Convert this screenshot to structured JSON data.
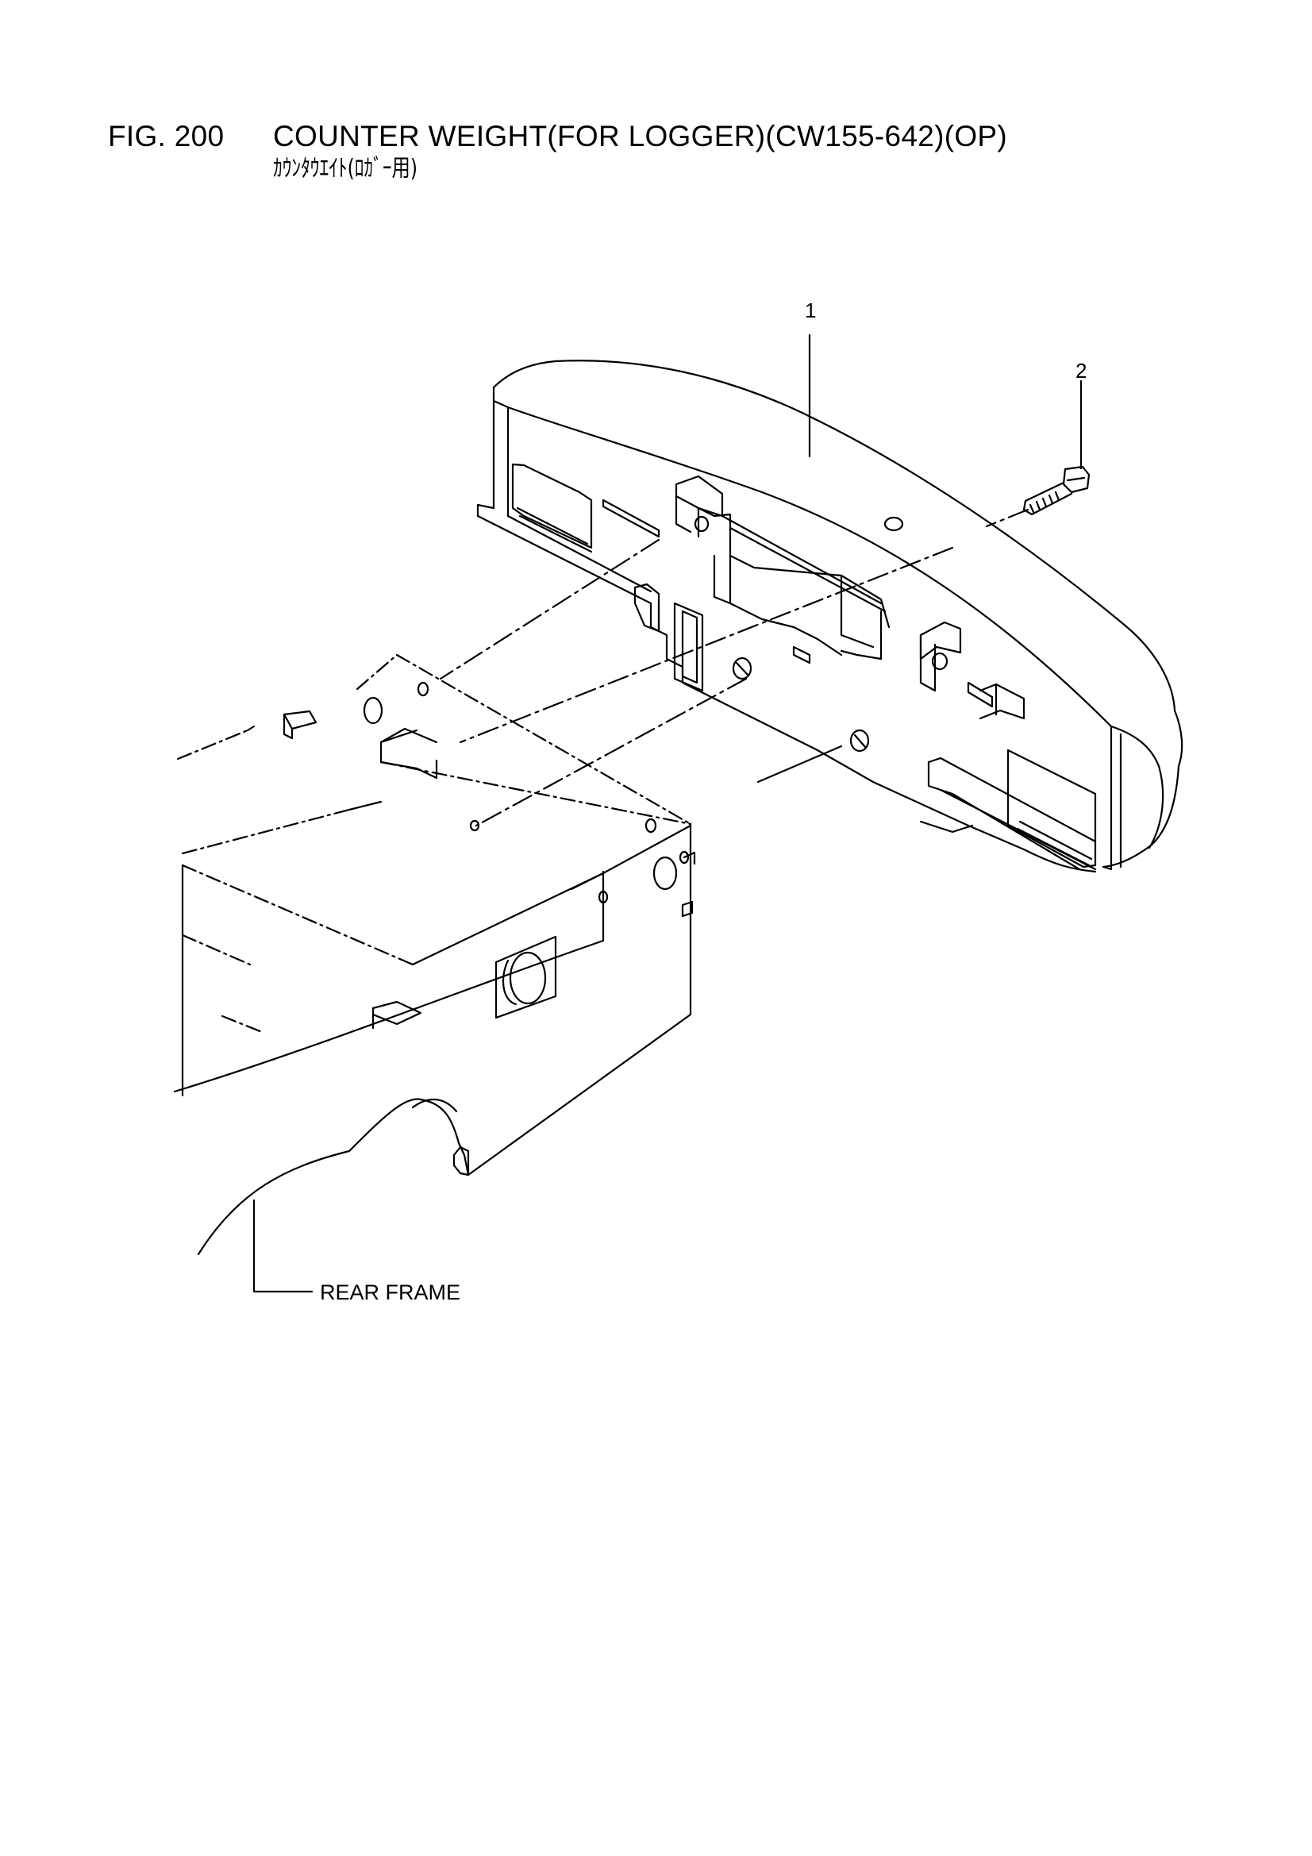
{
  "header": {
    "figure_number": "FIG. 200",
    "title": "COUNTER WEIGHT(FOR LOGGER)(CW155-642)(OP)",
    "subtitle": "ｶｳﾝﾀｳｴｲﾄ(ﾛｶﾞｰ用)"
  },
  "callouts": [
    {
      "number": "1",
      "part": "counter-weight"
    },
    {
      "number": "2",
      "part": "bolt"
    }
  ],
  "labels": {
    "rear_frame": "REAR FRAME"
  },
  "style": {
    "line_color": "#000000",
    "background": "#ffffff"
  }
}
